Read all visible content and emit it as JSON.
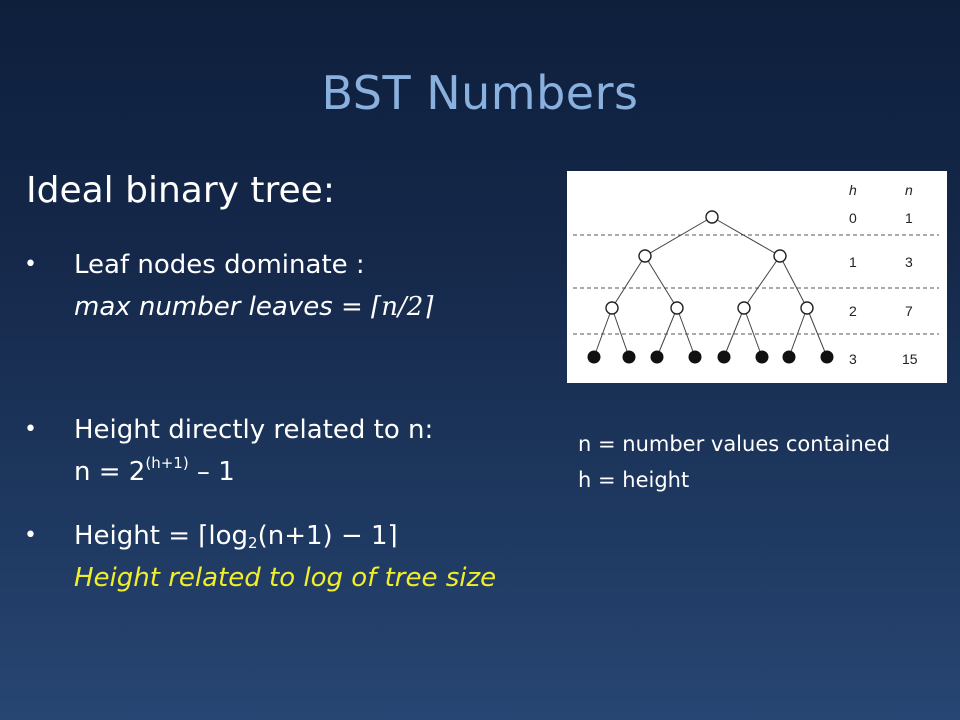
{
  "slide": {
    "title": "BST Numbers",
    "heading": "Ideal binary tree:"
  },
  "bullets": [
    {
      "line1": "Leaf nodes dominate :",
      "line2_prefix": "max number leaves = ",
      "line2_math": "⌈n/2⌉"
    },
    {
      "line1": "Height directly related to n:",
      "line2_base": "n = 2",
      "line2_exp": "(h+1)",
      "line2_suffix": " – 1"
    },
    {
      "line1_prefix": "Height = ⌈log",
      "line1_sub": "2",
      "line1_suffix": "(n+1) − 1⌉",
      "line2": "Height related to log of tree size"
    }
  ],
  "figure": {
    "col_h": "h",
    "col_n": "n",
    "rows": [
      {
        "h": "0",
        "n": "1"
      },
      {
        "h": "1",
        "n": "3"
      },
      {
        "h": "2",
        "n": "7"
      },
      {
        "h": "3",
        "n": "15"
      }
    ]
  },
  "legend": {
    "n_def": "n = number values contained",
    "h_def": "h = height"
  },
  "colors": {
    "title": "#8ab0de",
    "highlight": "#f2ee2a",
    "text": "#ffffff"
  }
}
